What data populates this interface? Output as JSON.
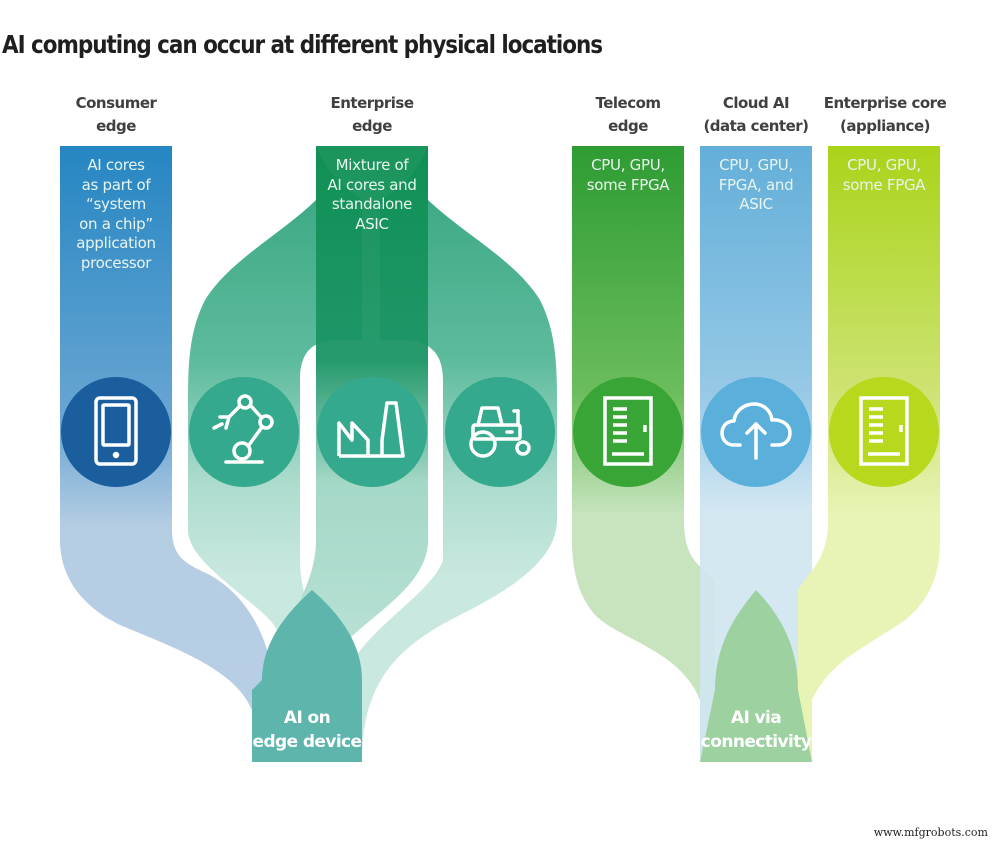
{
  "title": "AI computing can occur at different physical locations",
  "colors": {
    "consumer_blue": "#1a5e9e",
    "consumer_box": "#2a8ac4",
    "enterprise_green": "#2fa88a",
    "enterprise_box": "#0e8f52",
    "telecom_green": "#3aa537",
    "cloud_blue": "#5bafdb",
    "core_lime": "#b6d91d",
    "outcome_edge": "#5db5ab",
    "outcome_connectivity": "#9ed1a0"
  },
  "columns": [
    {
      "id": "consumer-edge",
      "heading": [
        "Consumer",
        "edge"
      ],
      "description": [
        "AI cores",
        "as part of",
        "“system",
        "on a chip”",
        "application",
        "processor"
      ],
      "icons": [
        "smartphone-icon"
      ]
    },
    {
      "id": "enterprise-edge",
      "heading": [
        "Enterprise",
        "edge"
      ],
      "description": [
        "Mixture of",
        "AI cores and",
        "standalone",
        "ASIC"
      ],
      "icons": [
        "robot-arm-icon",
        "factory-icon",
        "tractor-icon"
      ]
    },
    {
      "id": "telecom-edge",
      "heading": [
        "Telecom",
        "edge"
      ],
      "description": [
        "CPU, GPU,",
        "some FPGA"
      ],
      "icons": [
        "server-cabinet-icon"
      ]
    },
    {
      "id": "cloud-ai",
      "heading": [
        "Cloud AI",
        "(data center)"
      ],
      "description": [
        "CPU, GPU,",
        "FPGA, and",
        "ASIC"
      ],
      "icons": [
        "cloud-upload-icon"
      ]
    },
    {
      "id": "enterprise-core",
      "heading": [
        "Enterprise core",
        "(appliance)"
      ],
      "description": [
        "CPU, GPU,",
        "some FPGA"
      ],
      "icons": [
        "server-cabinet-icon"
      ]
    }
  ],
  "outcomes": [
    {
      "id": "ai-on-edge-device",
      "label": [
        "AI on",
        "edge device"
      ]
    },
    {
      "id": "ai-via-connectivity",
      "label": [
        "AI via",
        "connectivity"
      ]
    }
  ],
  "watermark": "www.mfgrobots.com"
}
